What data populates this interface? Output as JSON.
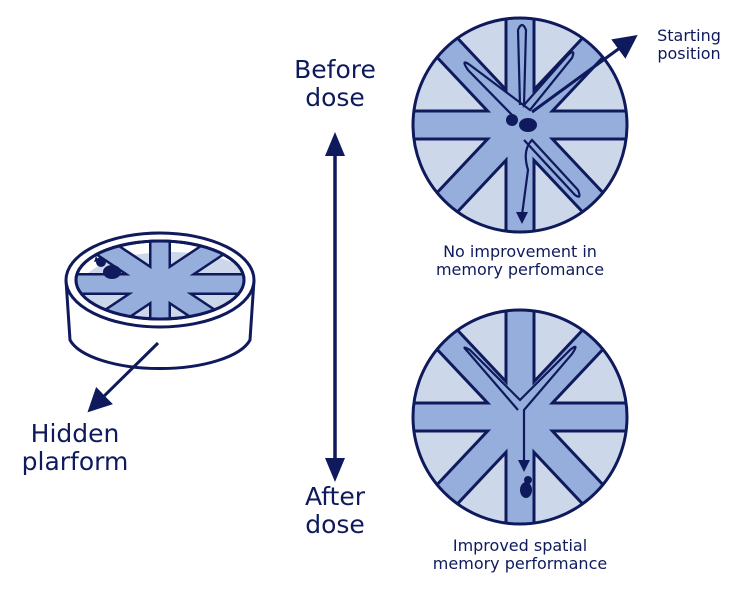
{
  "labels": {
    "before": [
      "Before",
      "dose"
    ],
    "after": [
      "After",
      "dose"
    ],
    "start": [
      "Starting",
      "position"
    ],
    "hidden": [
      "Hidden",
      "plarform"
    ],
    "no_improve": [
      "No improvement in",
      "memory perfomance"
    ],
    "improved": [
      "Improved spatial",
      "memory performance"
    ]
  },
  "colors": {
    "navy": "#0f1a5c",
    "arm": "#95aedb",
    "floor": "#cdd7ea"
  }
}
